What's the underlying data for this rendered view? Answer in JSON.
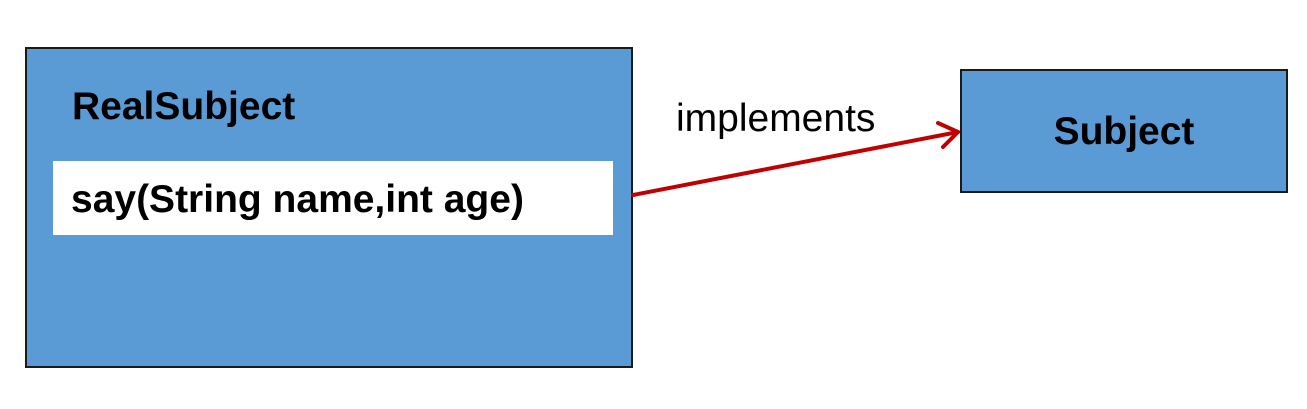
{
  "colors": {
    "box_fill": "#5b9bd5",
    "box_border": "#1a1a1a",
    "arrow": "#c00000",
    "method_fill": "#ffffff"
  },
  "real_subject": {
    "title": "RealSubject",
    "method": "say(String name,int age)"
  },
  "subject": {
    "title": "Subject"
  },
  "relation": {
    "label": "implements"
  }
}
